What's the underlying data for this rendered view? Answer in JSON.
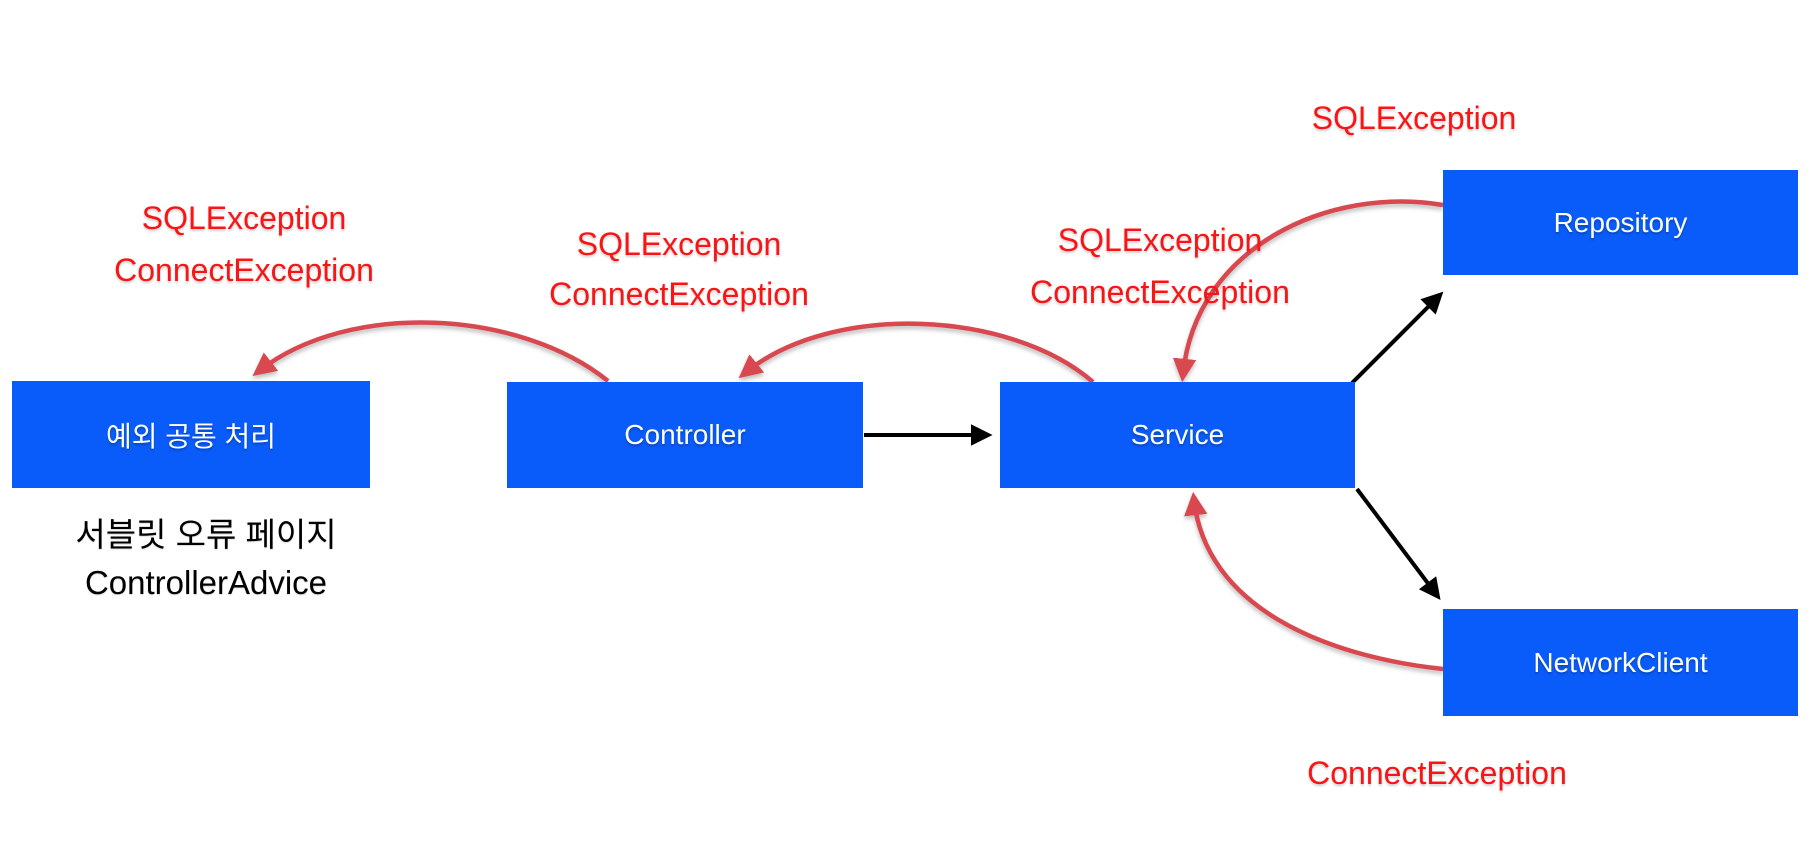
{
  "boxes": [
    {
      "id": "exception-common-handler",
      "label": "예외 공통 처리"
    },
    {
      "id": "controller",
      "label": "Controller"
    },
    {
      "id": "service",
      "label": "Service"
    },
    {
      "id": "repository",
      "label": "Repository"
    },
    {
      "id": "network-client",
      "label": "NetworkClient"
    }
  ],
  "exception_labels": {
    "above_common_handler": [
      "SQLException",
      "ConnectException"
    ],
    "above_controller": [
      "SQLException",
      "ConnectException"
    ],
    "above_service": [
      "SQLException",
      "ConnectException"
    ],
    "above_repository": [
      "SQLException"
    ],
    "below_network_client": [
      "ConnectException"
    ]
  },
  "notes": {
    "line1": "서블릿 오류 페이지",
    "line2": "ControllerAdvice"
  },
  "colors": {
    "box_fill": "#0A5CFA",
    "box_text": "#FFFFFF",
    "exception_text": "#F91515",
    "exception_arrow": "#D9474F",
    "call_arrow": "#000000"
  }
}
